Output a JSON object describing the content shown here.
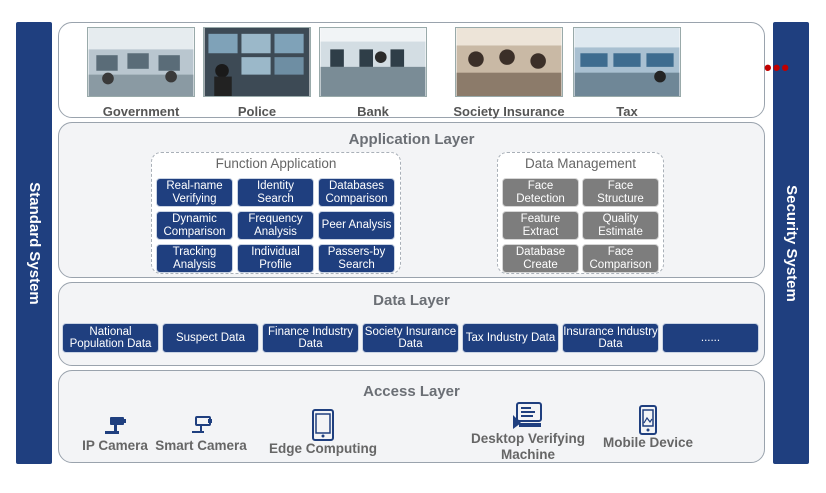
{
  "side": {
    "left_label": "Standard System",
    "right_label": "Security System"
  },
  "sectors": [
    {
      "label": "Government",
      "icon": "government-photo"
    },
    {
      "label": "Police",
      "icon": "police-photo"
    },
    {
      "label": "Bank",
      "icon": "bank-photo"
    },
    {
      "label": "Society Insurance",
      "icon": "society-insurance-photo"
    },
    {
      "label": "Tax",
      "icon": "tax-photo"
    }
  ],
  "sectors_more": "•••",
  "application_layer": {
    "title": "Application Layer",
    "function_application": {
      "title": "Function Application",
      "items": [
        "Real-name Verifying",
        "Identity Search",
        "Databases Comparison",
        "Dynamic Comparison",
        "Frequency Analysis",
        "Peer Analysis",
        "Tracking Analysis",
        "Individual Profile",
        "Passers-by Search"
      ]
    },
    "data_management": {
      "title": "Data Management",
      "items": [
        "Face Detection",
        "Face Structure",
        "Feature Extract",
        "Quality Estimate",
        "Database Create",
        "Face Comparison"
      ]
    }
  },
  "data_layer": {
    "title": "Data Layer",
    "items": [
      "National Population Data",
      "Suspect Data",
      "Finance Industry Data",
      "Society Insurance Data",
      "Tax Industry Data",
      "Insurance Industry Data",
      "......"
    ]
  },
  "access_layer": {
    "title": "Access Layer",
    "devices": [
      {
        "label": "IP Camera",
        "icon": "ip-camera-icon"
      },
      {
        "label": "Smart Camera",
        "icon": "smart-camera-icon"
      },
      {
        "label": "Edge Computing",
        "icon": "tablet-icon"
      },
      {
        "label": "Desktop Verifying Machine",
        "icon": "desktop-verifying-icon"
      },
      {
        "label": "Mobile Device",
        "icon": "mobile-device-icon"
      }
    ]
  },
  "colors": {
    "navy": "#1f3f7f",
    "gray_box": "#7d7d7d",
    "ellipsis_red": "#c00000"
  }
}
